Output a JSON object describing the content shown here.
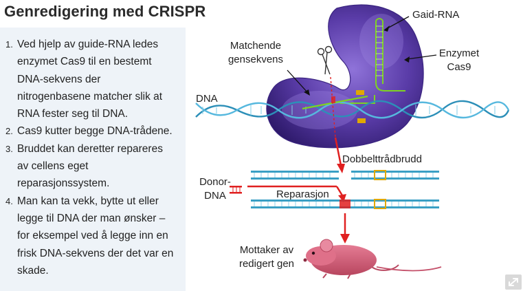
{
  "title": "Genredigering med CRISPR",
  "steps": [
    {
      "num": "1.",
      "lines": [
        "Ved hjelp av guide-RNA ledes",
        "enzymet Cas9 til en bestemt",
        "DNA-sekvens der",
        "nitrogenbasene matcher slik at",
        "RNA fester seg til DNA."
      ]
    },
    {
      "num": "2.",
      "lines": [
        "Cas9 kutter begge DNA-trådene."
      ]
    },
    {
      "num": "3.",
      "lines": [
        "Bruddet kan deretter repareres",
        "av cellens eget",
        "reparasjonssystem."
      ]
    },
    {
      "num": "4.",
      "lines": [
        "Man kan ta vekk, bytte ut eller",
        "legge til DNA der man ønsker –",
        "for eksempel ved å legge inn en",
        "frisk DNA-sekvens der det var en",
        "skade."
      ]
    }
  ],
  "diagram": {
    "label_guide_rna": "Gaid-RNA",
    "label_enzyme": [
      "Enzymet",
      "Cas9"
    ],
    "label_matching": [
      "Matchende",
      "gensekvens"
    ],
    "label_dna": "DNA",
    "label_double_break": "Dobbelttrådbrudd",
    "label_donor": [
      "Donor-",
      "DNA"
    ],
    "label_repair": "Reparasjon",
    "label_recipient": [
      "Mottaker av",
      "redigert gen"
    ]
  },
  "colors": {
    "cas9": "#5b3aa8",
    "dna": "#3a9fc4",
    "rna": "#7ed321",
    "cut": "#e02020",
    "marker": "#e0a800",
    "mouse": "#d9607a"
  },
  "icons": {
    "scissors": "scissors-icon",
    "mouse": "mouse-illustration",
    "expand": "expand-icon"
  }
}
